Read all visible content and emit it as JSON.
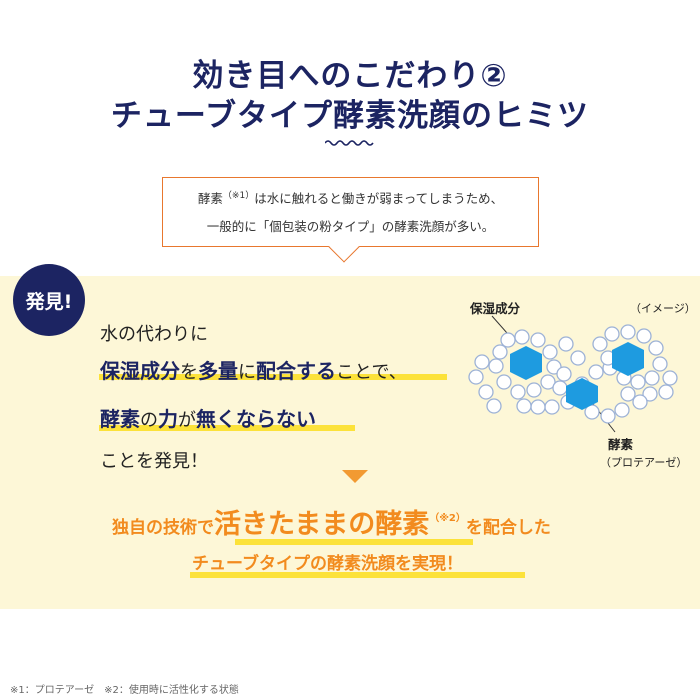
{
  "title_line1": "効き目へのこだわり②",
  "title_line2": "チューブタイプ酵素洗顔のヒミツ",
  "callout": {
    "l1_word": "酵素",
    "l1_sup": "（※1）",
    "l1_rest": "は水に触れると働きが弱まってしまうため、",
    "l2": "一般的に「個包装の粉タイプ」の酵素洗顔が多い。"
  },
  "badge": "発見!",
  "discovery": {
    "line1": "水の代わりに",
    "line2_a": "保湿成分",
    "line2_b": "を",
    "line2_c": "多量",
    "line2_d": "に",
    "line2_e": "配合する",
    "line2_f": "ことで、",
    "line3_a": "酵素",
    "line3_b": "の",
    "line3_c": "力",
    "line3_d": "が",
    "line3_e": "無くならない",
    "line4": "ことを発見！"
  },
  "result": {
    "r1_a": "独自の技術で",
    "r1_b": "活きたままの酵素",
    "r1_sup": "（※2）",
    "r1_c": "を配合した",
    "r2": "チューブタイプの酵素洗顔を実現！"
  },
  "diagram": {
    "label_moist": "保湿成分",
    "label_image": "（イメージ）",
    "label_enzyme": "酵素",
    "label_enzyme_sub": "（プロテアーゼ）",
    "colors": {
      "hex": "#1e9be0",
      "bubble": "#ffffff",
      "bubble_stroke": "#9db2d6"
    }
  },
  "footnote": "※1：プロテアーゼ　※2：使用時に活性化する状態"
}
